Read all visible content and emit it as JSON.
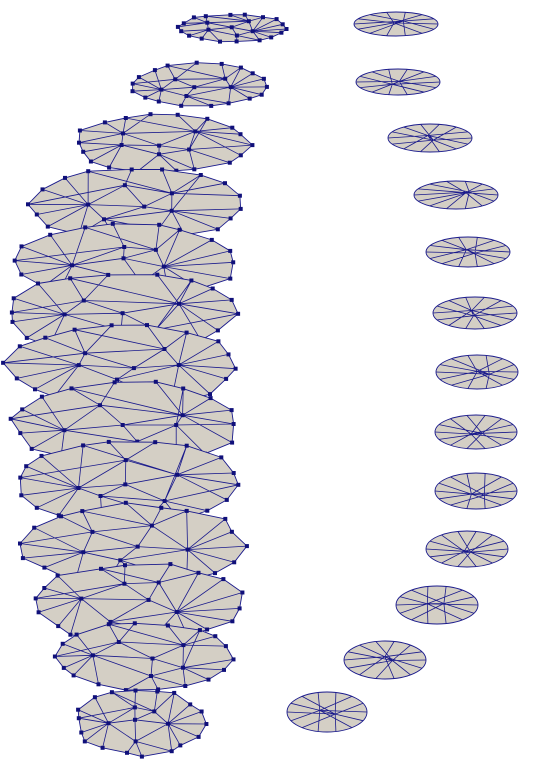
{
  "scene": {
    "description_visible_text": "",
    "colors": {
      "background": "#ffffff",
      "face_fill": "#d4cfc5",
      "edge": "#1a1a8c",
      "node": "#10107a"
    },
    "left_stack": {
      "slice_count": 13,
      "style": "triangulated elliptical slices with visible vertex nodes"
    },
    "right_column": {
      "slice_count": 13,
      "style": "small triangulated elliptical slices arranged along an arc, no vertex nodes"
    }
  }
}
